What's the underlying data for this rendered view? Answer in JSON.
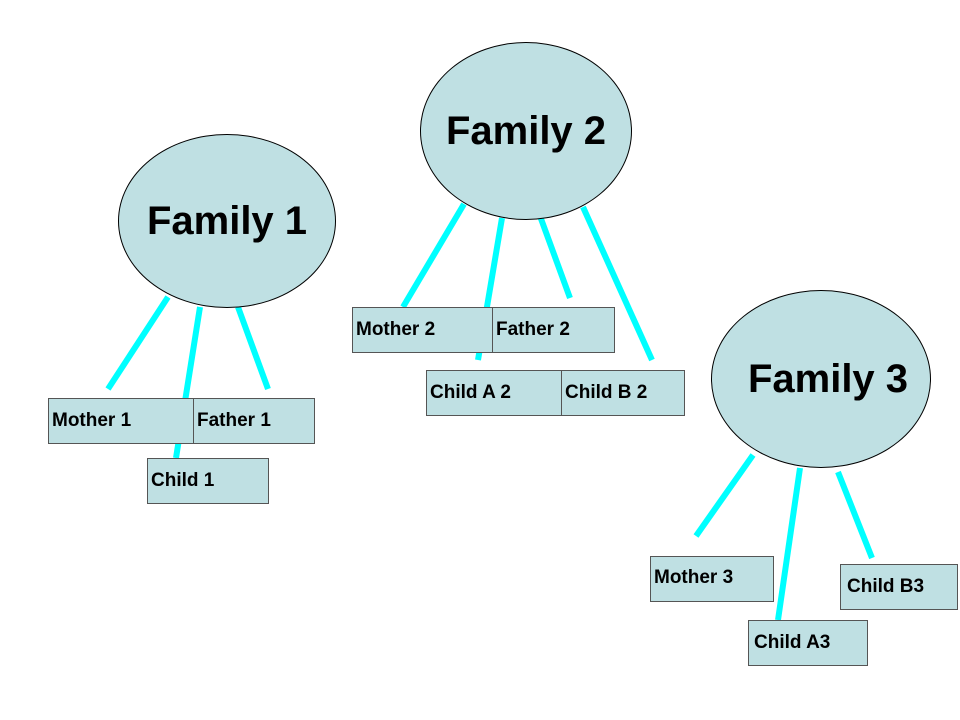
{
  "colors": {
    "node_fill": "#bfe0e3",
    "link": "#00ffff",
    "outline": "#000000"
  },
  "families": [
    {
      "label": "Family 1",
      "members": [
        {
          "label": "Mother 1"
        },
        {
          "label": "Father 1"
        },
        {
          "label": "Child 1"
        }
      ]
    },
    {
      "label": "Family 2",
      "members": [
        {
          "label": "Mother 2"
        },
        {
          "label": "Father 2"
        },
        {
          "label": "Child A 2"
        },
        {
          "label": "Child B 2"
        }
      ]
    },
    {
      "label": "Family 3",
      "members": [
        {
          "label": "Mother 3"
        },
        {
          "label": "Child B3"
        },
        {
          "label": "Child A3"
        }
      ]
    }
  ]
}
